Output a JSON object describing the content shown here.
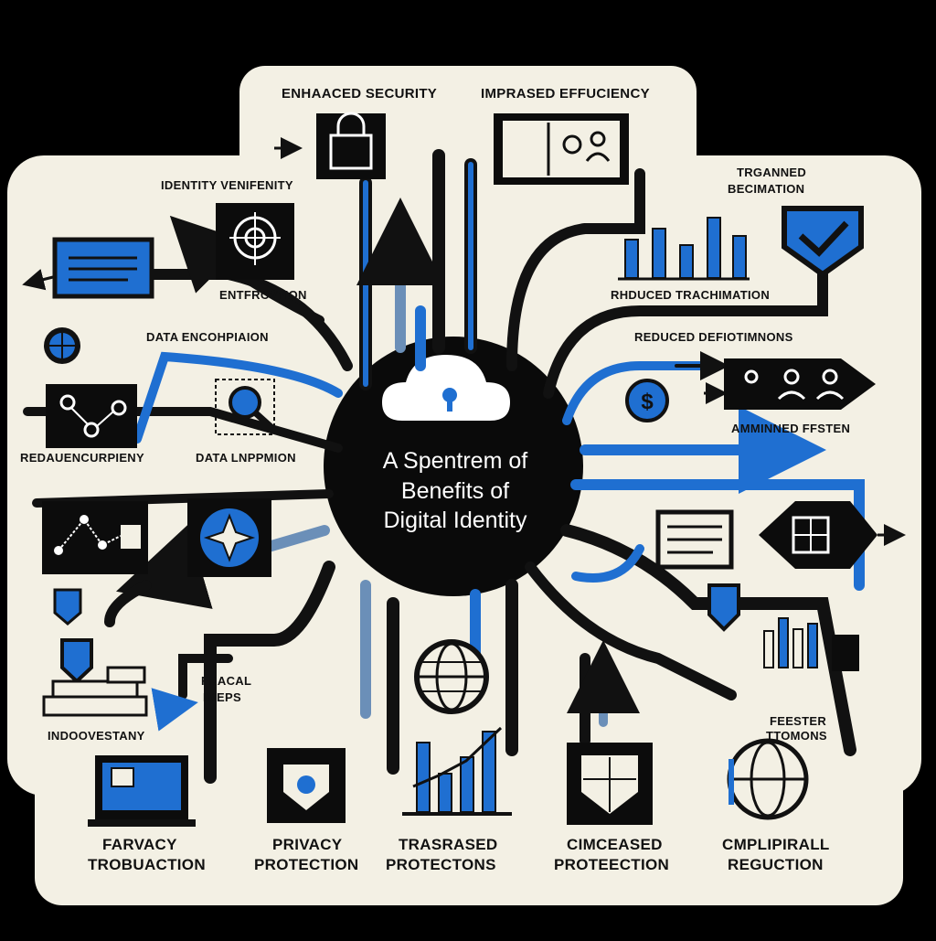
{
  "center": {
    "title_lines": [
      "A Spentrem of",
      "Benefits of",
      "Digital Identity"
    ]
  },
  "labels": {
    "enhanced_security": "ENHAACED SECURITY",
    "improved_efficiency": "IMPRASED EFFUCIENCY",
    "identity_verification": "IDENTITY VENIFENITY",
    "trganned": "TRGANNED",
    "becimation": "BECIMATION",
    "entrevction": "ENTFRCVTION",
    "reduced_trachimation": "RHDUCED TRACHIMATION",
    "data_encryption": "DATA ENCOHPIAION",
    "reduced_defiotimons": "REDUCED DEFIOTIMNONS",
    "redauencurpieny": "REDAUENCURPIENY",
    "data_inppmion": "DATA LNPPMION",
    "ammined_festen": "AMMINNED FFSTEN",
    "fracal": "FRACAL",
    "imeps": "IMEPS",
    "indoovestany": "INDOOVESTANY",
    "feester": "FEESTER",
    "ttomons": "TTOMONS",
    "farvacy": "FARVACY",
    "trobuaction": "TROBUACTION",
    "privacy": "PRIVACY",
    "protection": "PROTECTION",
    "trasrased": "TRASRASED",
    "protectons": "PROTECTONS",
    "cimceased": "CIMCEASED",
    "protecetion": "PROTEECTION",
    "cmplipirall": "CMPLIPIRALL",
    "reguction": "REGUCTION"
  },
  "colors": {
    "background": "#000000",
    "panel": "#f3f0e4",
    "accent_blue": "#1f6fd1",
    "dark": "#111111"
  },
  "icons": [
    "lock-icon",
    "profile-card-icon",
    "target-icon",
    "monitor-icon",
    "shield-check-icon",
    "network-icon",
    "globe-icon",
    "magnifier-icon",
    "cloud-lock-icon",
    "coin-icon",
    "people-icon",
    "flower-icon",
    "document-icon",
    "bar-chart-icon",
    "laptop-icon",
    "shield-icon"
  ]
}
